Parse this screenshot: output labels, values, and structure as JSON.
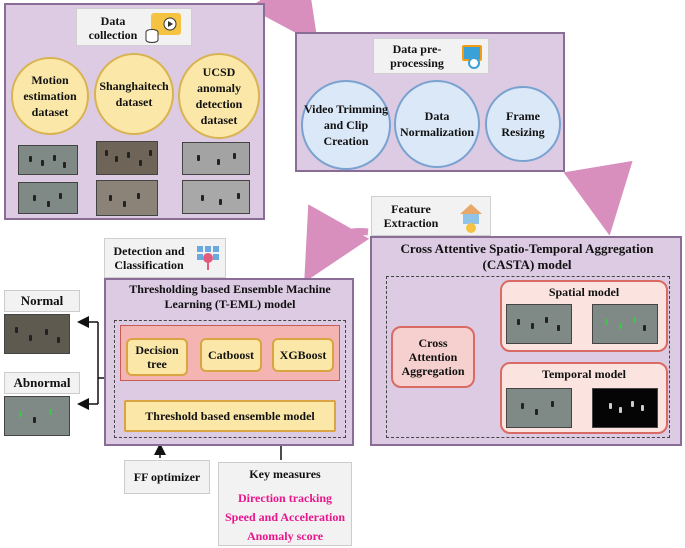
{
  "data_collection": {
    "title": "Data collection",
    "datasets": [
      "Motion estimation dataset",
      "Shanghaitech dataset",
      "UCSD anomaly detection dataset"
    ]
  },
  "preprocessing": {
    "title": "Data pre-processing",
    "steps": [
      "Video Trimming and Clip Creation",
      "Data Normalization",
      "Frame Resizing"
    ]
  },
  "feature_extraction": {
    "label": "Feature Extraction",
    "model_title": "Cross Attentive Spatio-Temporal Aggregation (CASTA) model",
    "spatial": "Spatial model",
    "temporal": "Temporal model",
    "aggregation": "Cross Attention Aggregation"
  },
  "detection": {
    "label": "Detection and Classification",
    "model_title": "Thresholding based Ensemble Machine Learning (T-EML) model",
    "classifiers": [
      "Decision tree",
      "Catboost",
      "XGBoost"
    ],
    "ensemble": "Threshold based ensemble model"
  },
  "outputs": {
    "normal": "Normal",
    "abnormal": "Abnormal"
  },
  "optimizer": "FF optimizer",
  "key_measures": {
    "title": "Key measures",
    "items": [
      "Direction tracking",
      "Speed and Acceleration",
      "Anomaly score"
    ],
    "item_color": "#e8158c"
  },
  "colors": {
    "panel": "#dccbe2",
    "panel_border": "#8a6d97",
    "arrow": "#d98fbd"
  }
}
